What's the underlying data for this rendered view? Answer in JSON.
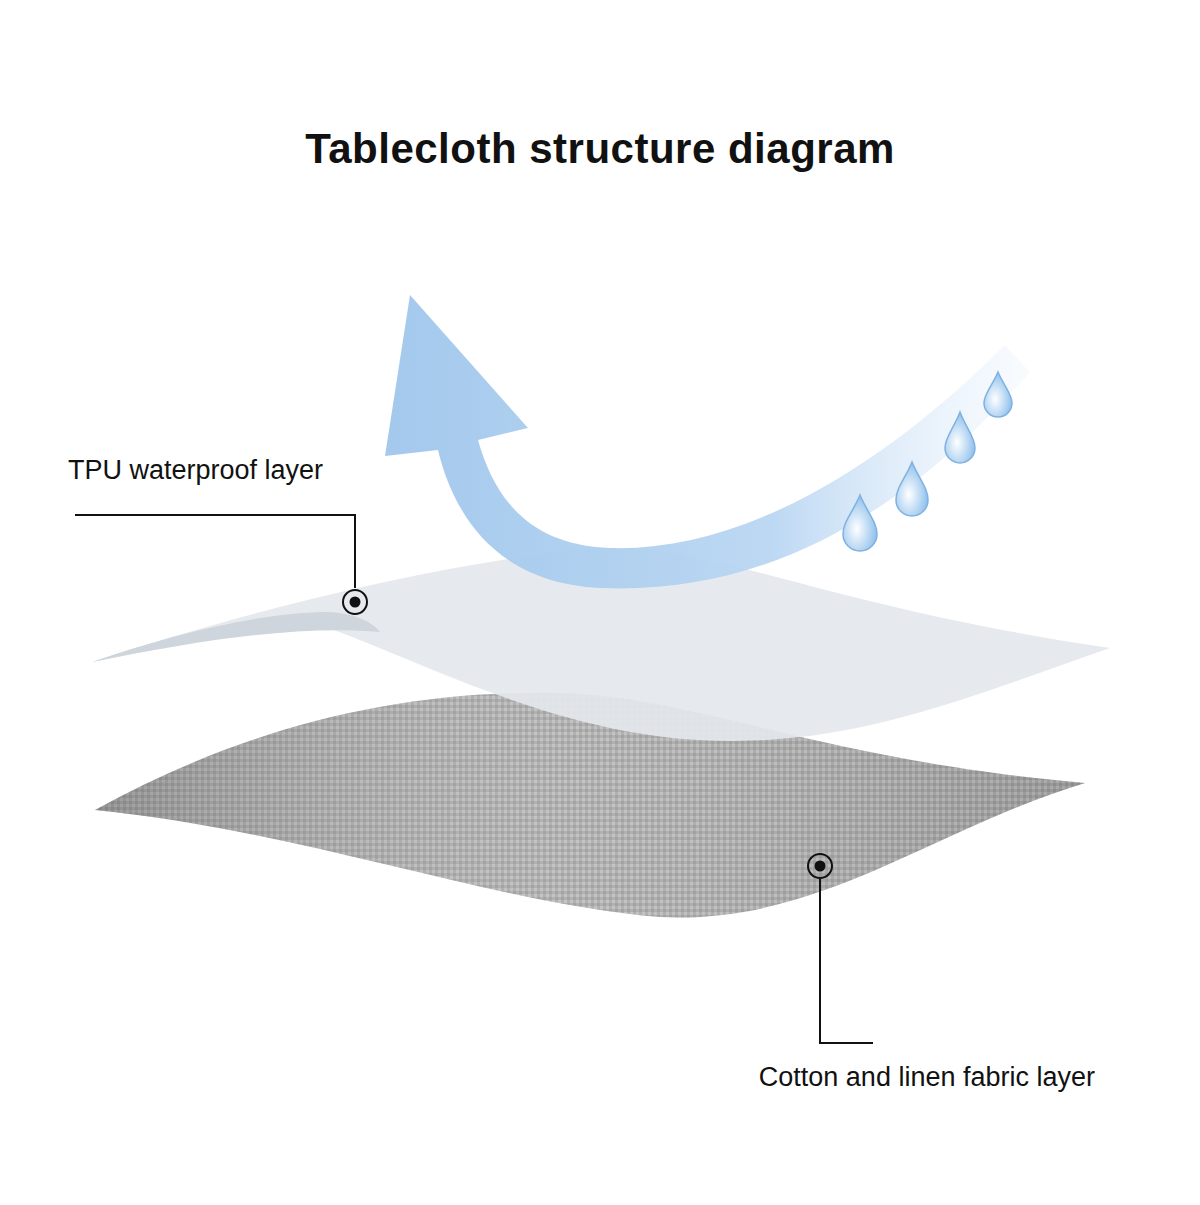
{
  "diagram": {
    "title": "Tablecloth structure diagram",
    "labels": [
      "TPU waterproof layer",
      "Cotton and linen fabric layer"
    ]
  }
}
